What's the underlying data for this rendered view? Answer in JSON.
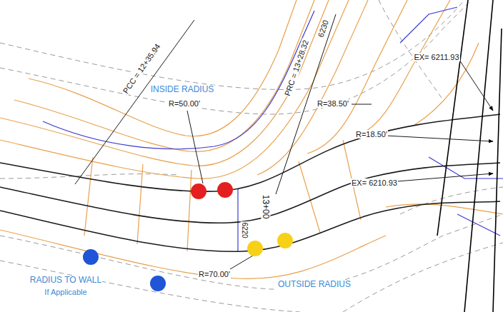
{
  "diagram": {
    "labels": [
      "PCC = 12+35.94",
      "PRC = 13+28.32",
      "6230",
      "INSIDE RADIUS",
      "R=50.00'",
      "R=38.50'",
      "EX= 6211.93",
      "R=18.50'",
      "13+00",
      "6220",
      "EX= 6210.93",
      "R=70.00'",
      "RADIUS TO WALL",
      "If Applicable",
      "OUTSIDE RADIUS"
    ]
  }
}
